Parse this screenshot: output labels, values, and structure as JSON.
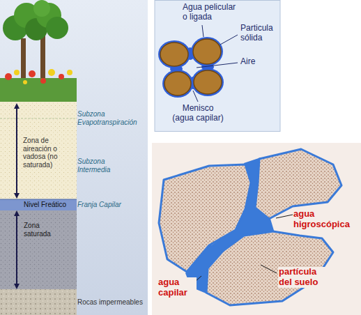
{
  "diagram": {
    "labels": [
      "Agua pelicular o ligada",
      "Particula sólida",
      "Aire",
      "Menisco (agua capilar)",
      "Subzona Evapotranspiración",
      "Zona de aireación o vadosa (no saturada)",
      "Subzona Intermedia",
      "Franja Capilar",
      "Nivel Freático",
      "Zona saturada",
      "Rocas impermeables",
      "agua higroscópica",
      "partícula del suelo",
      "agua capilar"
    ]
  }
}
